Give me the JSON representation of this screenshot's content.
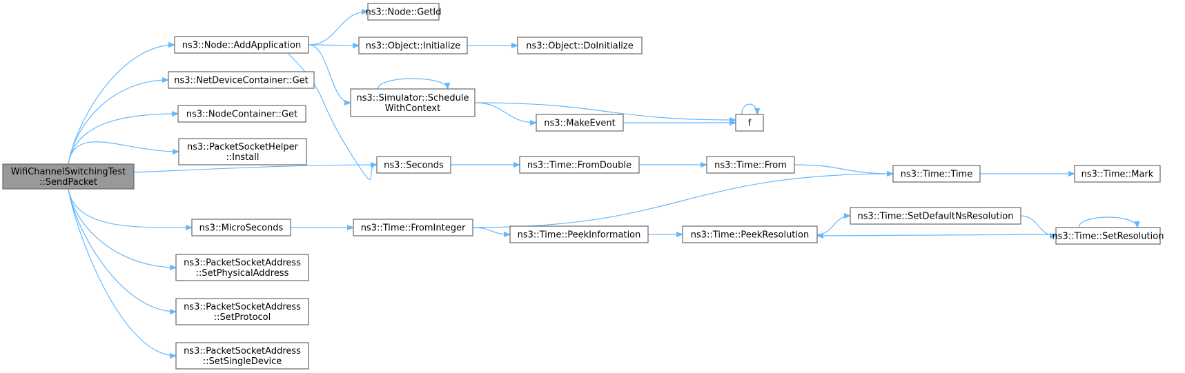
{
  "diagram": {
    "type": "call-graph",
    "colors": {
      "edge": "#63b8ff",
      "node_border": "#666666",
      "root_fill": "#999999",
      "node_fill": "#ffffff"
    },
    "nodes": [
      {
        "id": "root",
        "lines": [
          "WifiChannelSwitchingTest",
          "::SendPacket"
        ],
        "root": true
      },
      {
        "id": "addapp",
        "lines": [
          "ns3::Node::AddApplication"
        ]
      },
      {
        "id": "ndcget",
        "lines": [
          "ns3::NetDeviceContainer::Get"
        ]
      },
      {
        "id": "ncget",
        "lines": [
          "ns3::NodeContainer::Get"
        ]
      },
      {
        "id": "pshinstall",
        "lines": [
          "ns3::PacketSocketHelper",
          "::Install"
        ]
      },
      {
        "id": "micro",
        "lines": [
          "ns3::MicroSeconds"
        ]
      },
      {
        "id": "setphys",
        "lines": [
          "ns3::PacketSocketAddress",
          "::SetPhysicalAddress"
        ]
      },
      {
        "id": "setproto",
        "lines": [
          "ns3::PacketSocketAddress",
          "::SetProtocol"
        ]
      },
      {
        "id": "setsingle",
        "lines": [
          "ns3::PacketSocketAddress",
          "::SetSingleDevice"
        ]
      },
      {
        "id": "getid",
        "lines": [
          "ns3::Node::GetId"
        ]
      },
      {
        "id": "objinit",
        "lines": [
          "ns3::Object::Initialize"
        ]
      },
      {
        "id": "objdoinit",
        "lines": [
          "ns3::Object::DoInitialize"
        ]
      },
      {
        "id": "schedctx",
        "lines": [
          "ns3::Simulator::Schedule",
          "WithContext"
        ]
      },
      {
        "id": "makeevent",
        "lines": [
          "ns3::MakeEvent"
        ]
      },
      {
        "id": "f",
        "lines": [
          "f"
        ]
      },
      {
        "id": "seconds",
        "lines": [
          "ns3::Seconds"
        ]
      },
      {
        "id": "fromdouble",
        "lines": [
          "ns3::Time::FromDouble"
        ]
      },
      {
        "id": "from",
        "lines": [
          "ns3::Time::From"
        ]
      },
      {
        "id": "time",
        "lines": [
          "ns3::Time::Time"
        ]
      },
      {
        "id": "mark",
        "lines": [
          "ns3::Time::Mark"
        ]
      },
      {
        "id": "fromint",
        "lines": [
          "ns3::Time::FromInteger"
        ]
      },
      {
        "id": "peekinfo",
        "lines": [
          "ns3::Time::PeekInformation"
        ]
      },
      {
        "id": "peekres",
        "lines": [
          "ns3::Time::PeekResolution"
        ]
      },
      {
        "id": "setdefres",
        "lines": [
          "ns3::Time::SetDefaultNsResolution"
        ]
      },
      {
        "id": "setres",
        "lines": [
          "ns3::Time::SetResolution"
        ]
      }
    ],
    "edges": [
      [
        "root",
        "addapp"
      ],
      [
        "root",
        "ndcget"
      ],
      [
        "root",
        "ncget"
      ],
      [
        "root",
        "pshinstall"
      ],
      [
        "root",
        "seconds"
      ],
      [
        "root",
        "micro"
      ],
      [
        "root",
        "setphys"
      ],
      [
        "root",
        "setproto"
      ],
      [
        "root",
        "setsingle"
      ],
      [
        "addapp",
        "getid"
      ],
      [
        "addapp",
        "objinit"
      ],
      [
        "addapp",
        "schedctx"
      ],
      [
        "addapp",
        "seconds"
      ],
      [
        "objinit",
        "objdoinit"
      ],
      [
        "schedctx",
        "schedctx"
      ],
      [
        "schedctx",
        "f"
      ],
      [
        "schedctx",
        "makeevent"
      ],
      [
        "makeevent",
        "f"
      ],
      [
        "f",
        "f"
      ],
      [
        "seconds",
        "fromdouble"
      ],
      [
        "fromdouble",
        "from"
      ],
      [
        "from",
        "time"
      ],
      [
        "time",
        "mark"
      ],
      [
        "micro",
        "fromint"
      ],
      [
        "fromint",
        "time"
      ],
      [
        "fromint",
        "peekinfo"
      ],
      [
        "peekinfo",
        "peekres"
      ],
      [
        "peekres",
        "setdefres"
      ],
      [
        "setdefres",
        "setres"
      ],
      [
        "setres",
        "peekres"
      ],
      [
        "setres",
        "setres"
      ]
    ]
  }
}
